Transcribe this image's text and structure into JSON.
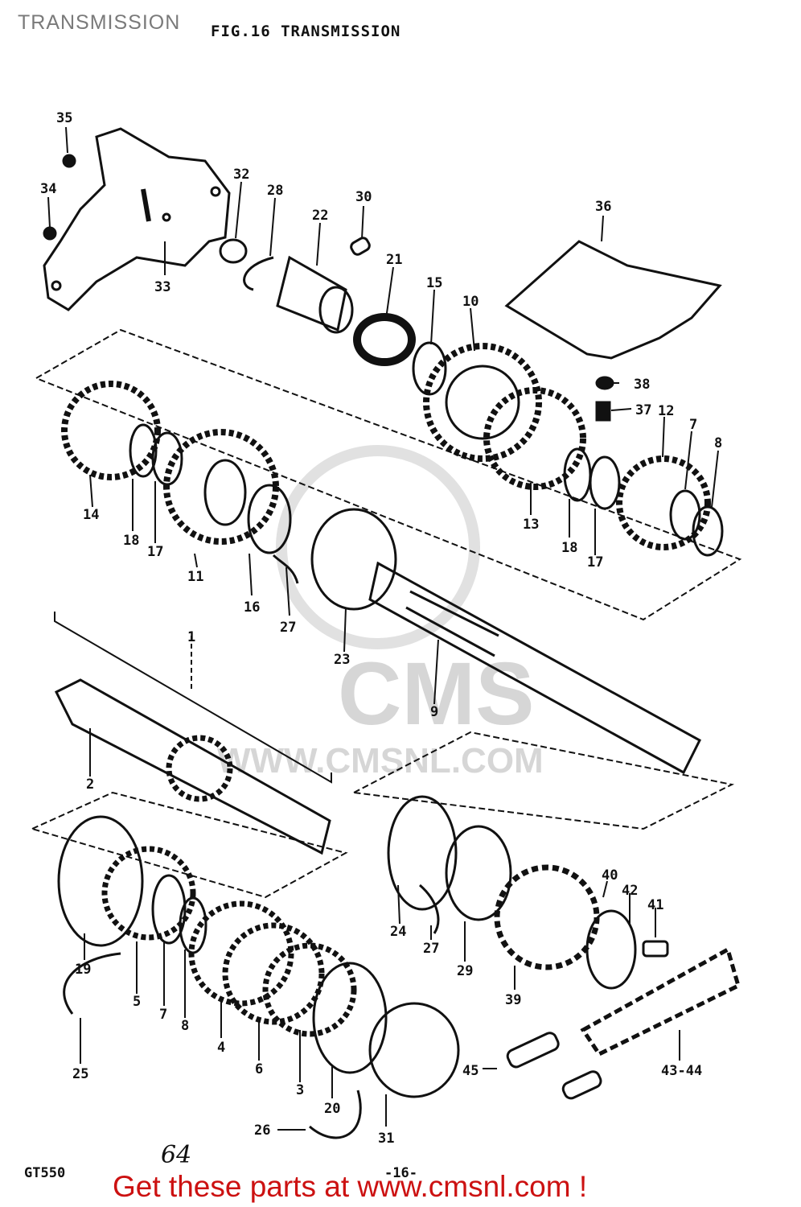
{
  "header": {
    "tag": "TRANSMISSION",
    "figure_title": "FIG.16  TRANSMISSION"
  },
  "footer": {
    "model": "GT550",
    "page": "-16-",
    "handwritten_note": "64",
    "cta": "Get these parts at www.cmsnl.com !"
  },
  "watermark": {
    "brand": "CMS",
    "url": "WWW.CMSNL.COM"
  },
  "labels": {
    "p1": "1",
    "p2": "2",
    "p3": "3",
    "p4": "4",
    "p5": "5",
    "p6": "6",
    "p7a": "7",
    "p7b": "7",
    "p8a": "8",
    "p8b": "8",
    "p9": "9",
    "p10": "10",
    "p11": "11",
    "p12": "12",
    "p13": "13",
    "p14": "14",
    "p15": "15",
    "p16": "16",
    "p17a": "17",
    "p17b": "17",
    "p18a": "18",
    "p18b": "18",
    "p19": "19",
    "p20": "20",
    "p21": "21",
    "p22": "22",
    "p23": "23",
    "p24": "24",
    "p25": "25",
    "p26": "26",
    "p27a": "27",
    "p27b": "27",
    "p28": "28",
    "p29": "29",
    "p30": "30",
    "p31": "31",
    "p32": "32",
    "p33": "33",
    "p34": "34",
    "p35": "35",
    "p36": "36",
    "p37": "37",
    "p38": "38",
    "p39": "39",
    "p40": "40",
    "p41": "41",
    "p42": "42",
    "p43_44": "43-44",
    "p45": "45"
  }
}
